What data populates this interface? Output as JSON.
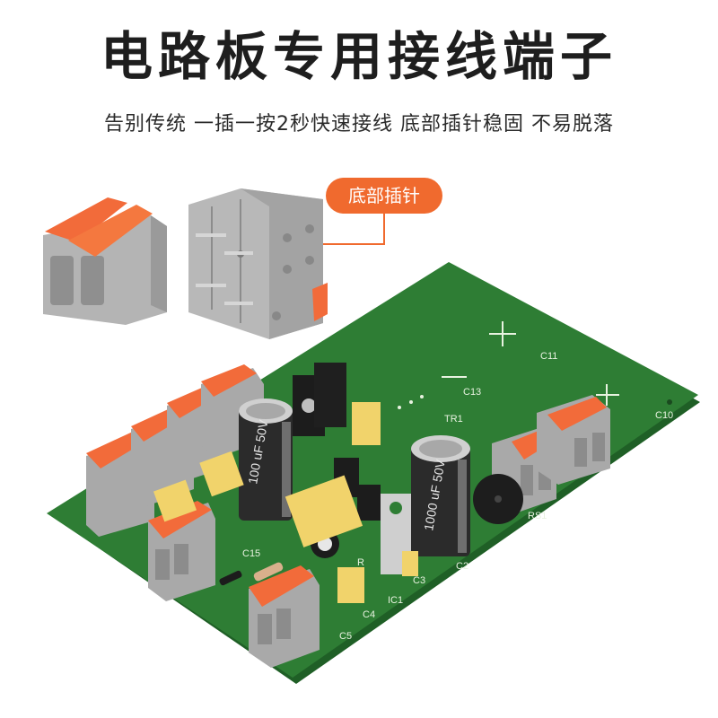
{
  "headline": "电路板专用接线端子",
  "subtitle": "告别传统 一插一按2秒快速接线 底部插针稳固 不易脱落",
  "callout": "底部插针",
  "pcb_labels": {
    "cap_small": "100 uF 50V",
    "cap_large": "1000 uF 50V",
    "tr1": "TR1",
    "ic1": "IC1",
    "r_mark": "R",
    "c2": "C2",
    "c3": "C3",
    "c4": "C4",
    "c5": "C5",
    "c10": "C10",
    "c11": "C11",
    "c13": "C13",
    "c15": "C15",
    "rs1": "RS1"
  },
  "colors": {
    "accent": "#f06a2e",
    "pcb_green": "#2e7d34",
    "terminal_grey": "#a9a9a9",
    "lever_orange": "#f26b3a"
  }
}
